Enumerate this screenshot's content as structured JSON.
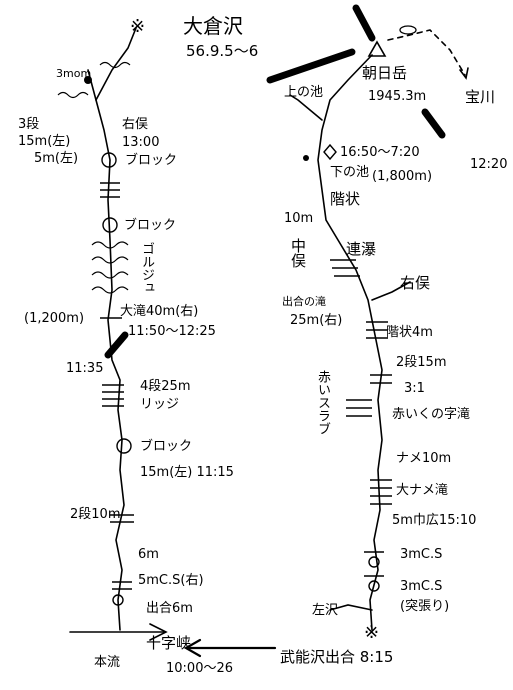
{
  "title": "大倉沢",
  "dates": "56.9.5〜6",
  "summit": {
    "name": "朝日岳",
    "elevation": "1945.3m"
  },
  "west_route": {
    "top_3mom": "3mom",
    "falls_3dan": "3段",
    "falls_15m": "15m(左)",
    "falls_5m": "5m(左)",
    "junction_label": "右俣",
    "time_1300": "13:00",
    "block_1": "ブロック",
    "block_2": "ブロック",
    "gorge": "ゴルジュ",
    "elev_1200": "(1,200m)",
    "big_falls": "大滝40m(右)",
    "time_big_falls": "11:50〜12:25",
    "time_1135": "11:35",
    "falls_4dan": "4段25m",
    "ledge": "リッジ",
    "block_3": "ブロック",
    "falls_15m_1115": "15m(左) 11:15",
    "falls_2dan_10m": "2段10m",
    "falls_6m": "6m",
    "falls_5m_cs": "5mC.S(右)",
    "deai_6m": "出合6m",
    "jikkoku": "十字峡",
    "hondani": "本流",
    "start_time": "10:00〜26"
  },
  "east_route": {
    "kami_no_ike": "上の池",
    "camp": "16:50〜7:20",
    "shimo_no_ike": "下の池",
    "shimo_elev": "(1,800m)",
    "kaidanjou": "階状",
    "ten_m": "10m",
    "naka_mata": "中俣",
    "renbaku": "連瀑",
    "right_fork": "右俣",
    "deai_taki": "出合の滝",
    "deai_25m": "25m(右)",
    "stair_4m": "階状4m",
    "two_dan_15m": "2段15m",
    "three_to_one": "3:1",
    "akai_slab": "赤いスラブ",
    "akai_taki": "赤いくの字滝",
    "name_10m": "ナメ10m",
    "big_name_taki": "大ナメ滝",
    "five_m_wide": "5m巾広15:10",
    "three_mcs_1": "3mC.S",
    "three_mcs_2": "3mC.S",
    "anchor": "(突張り)",
    "left_fork": "左沢",
    "deai_start": "武能沢出合 8:15"
  },
  "east_side": {
    "takara": "宝川",
    "takara_time": "12:20"
  }
}
